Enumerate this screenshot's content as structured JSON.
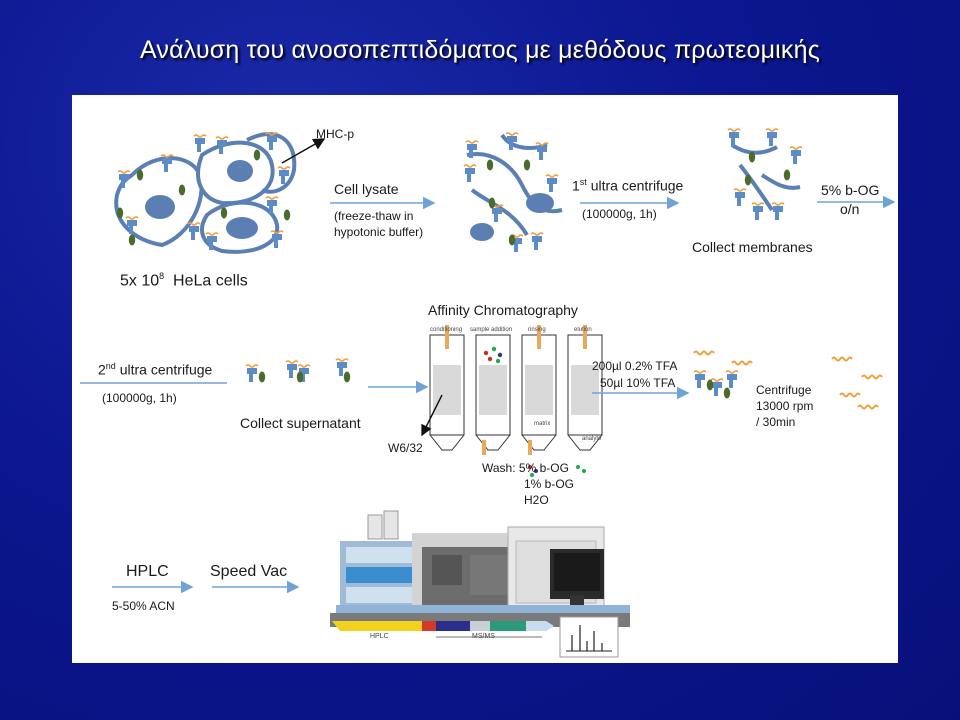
{
  "slide": {
    "title": "Ανάλυση του ανοσοπεπτιδόματος με μεθόδους πρωτεομικής"
  },
  "row1": {
    "mhc_label": "MHC-p",
    "cells_count_prefix": "5x 10",
    "cells_count_exp": "8",
    "cells_name": "HeLa cells",
    "lysate_title": "Cell lysate",
    "lysate_note_line1": "(freeze-thaw in",
    "lysate_note_line2": "hypotonic buffer)",
    "ultra1_prefix": "1",
    "ultra1_sup": "st",
    "ultra1_rest": " ultra centrifuge",
    "ultra1_params": "(100000g, 1h)",
    "collect_membranes": "Collect membranes",
    "detergent": "5% b-OG",
    "overnight": "o/n"
  },
  "row2": {
    "ultra2_prefix": "2",
    "ultra2_sup": "nd",
    "ultra2_rest": " ultra centrifuge",
    "ultra2_params": "(100000g, 1h)",
    "collect_supernatant": "Collect supernatant",
    "affinity_title": "Affinity Chromatography",
    "step_conditioning": "conditioning",
    "step_sample_addition": "sample addition",
    "step_rinsing": "rinsing",
    "step_elution": "elution",
    "matrix": "matrix",
    "analyte": "analyte",
    "antibody": "W6/32",
    "wash_line1": "Wash: 5% b-OG",
    "wash_line2": "1% b-OG",
    "wash_line3": "H2O",
    "elution_line1": "200µl 0.2% TFA",
    "elution_line2": "50µl 10% TFA",
    "centrifuge_line1": "Centrifuge",
    "centrifuge_line2": "13000 rpm",
    "centrifuge_line3": "/ 30min"
  },
  "row3": {
    "hplc": "HPLC",
    "acn": "5-50% ACN",
    "speedvac": "Speed Vac",
    "bar_hplc": "HPLC",
    "bar_msms": "MS/MS"
  },
  "colors": {
    "background": "#0c1790",
    "arrow": "#6fa3d8",
    "cell": "#5b7fb3",
    "mhc_blue": "#5b8cc7",
    "peptide": "#f0a040",
    "green": "#4b6b2a",
    "bar_yellow": "#f2d21e",
    "bar_red": "#d43a2a",
    "bar_navy": "#2a2f8f",
    "bar_teal": "#2a9a7a",
    "bar_light": "#c8dcef"
  }
}
